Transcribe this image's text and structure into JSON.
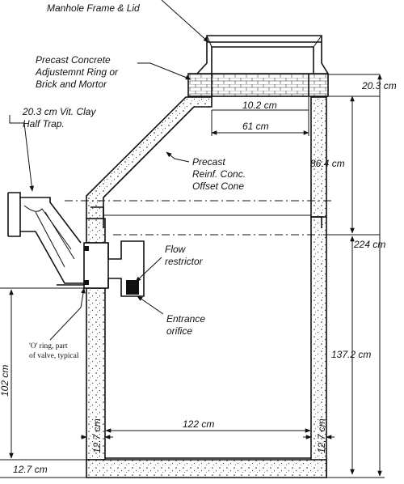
{
  "labels": {
    "manhole_frame": "Manhole Frame & Lid",
    "precast_ring_1": "Precast Concrete",
    "precast_ring_2": "Adjustemnt Ring or",
    "precast_ring_3": "Brick and Mortor",
    "clay_trap_1": "20.3 cm Vit. Clay",
    "clay_trap_2": "Half Trap.",
    "offset_cone_1": "Precast",
    "offset_cone_2": "Reinf. Conc.",
    "offset_cone_3": "Offset Cone",
    "flow_restrictor_1": "Flow",
    "flow_restrictor_2": "restrictor",
    "entrance_orifice_1": "Entrance",
    "entrance_orifice_2": "orifice",
    "o_ring_1": "'O' ring, part",
    "o_ring_2": "of valve, typical"
  },
  "dimensions": {
    "ring_height": "20.3 cm",
    "lid_opening": "10.2 cm",
    "cone_width": "61 cm",
    "cone_height": "86.4 cm",
    "total_height": "224 cm",
    "chamber_height": "137.2 cm",
    "inlet_height": "102 cm",
    "wall_left": "12.7 cm",
    "wall_right": "12.7 cm",
    "inner_width": "122 cm",
    "base_thickness": "12.7 cm"
  }
}
